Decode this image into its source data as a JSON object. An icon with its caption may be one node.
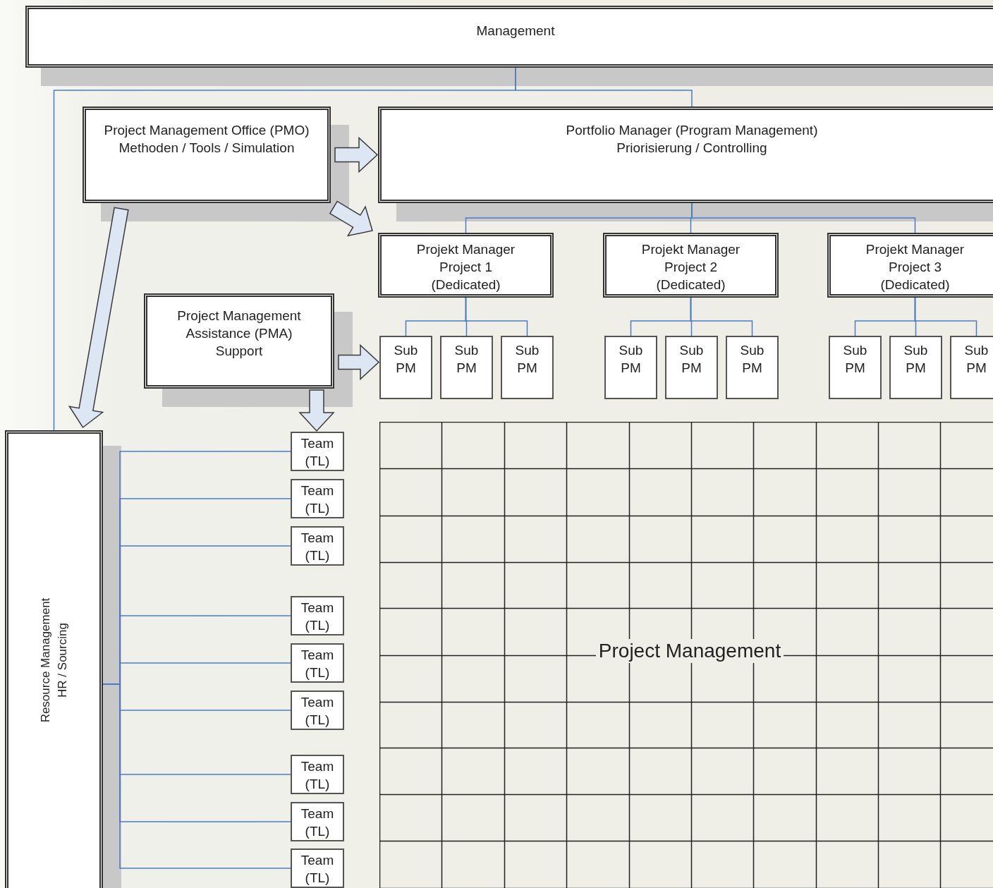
{
  "diagram": {
    "nodes": [
      {
        "text": [
          "Management"
        ]
      },
      {
        "text": [
          "Project Management Office (PMO)",
          "Methoden / Tools / Simulation"
        ]
      },
      {
        "text": [
          "Portfolio Manager (Program Management)",
          "Priorisierung / Controlling"
        ]
      },
      {
        "text": [
          "Projekt Manager",
          "Project 1",
          "(Dedicated)"
        ]
      },
      {
        "text": [
          "Projekt Manager",
          "Project 2",
          "(Dedicated)"
        ]
      },
      {
        "text": [
          "Projekt Manager",
          "Project 3",
          "(Dedicated)"
        ]
      },
      {
        "text": [
          "Project Management Assistance (PMA)",
          "Support"
        ]
      },
      {
        "text": [
          "Sub PM"
        ]
      },
      {
        "text": [
          "Sub PM"
        ]
      },
      {
        "text": [
          "Sub PM"
        ]
      },
      {
        "text": [
          "Sub PM"
        ]
      },
      {
        "text": [
          "Sub PM"
        ]
      },
      {
        "text": [
          "Sub PM"
        ]
      },
      {
        "text": [
          "Sub PM"
        ]
      },
      {
        "text": [
          "Sub PM"
        ]
      },
      {
        "text": [
          "Sub PM"
        ]
      },
      {
        "text": [
          "Resource Management",
          "HR / Sourcing"
        ]
      },
      {
        "text": [
          "Team (TL)"
        ]
      },
      {
        "text": [
          "Team (TL)"
        ]
      },
      {
        "text": [
          "Team (TL)"
        ]
      },
      {
        "text": [
          "Team (TL)"
        ]
      },
      {
        "text": [
          "Team (TL)"
        ]
      },
      {
        "text": [
          "Team (TL)"
        ]
      },
      {
        "text": [
          "Team (TL)"
        ]
      },
      {
        "text": [
          "Team (TL)"
        ]
      },
      {
        "text": [
          "Team (TL)"
        ]
      },
      {
        "text": [
          "Project Management"
        ]
      }
    ],
    "edges": [
      {
        "from": 0,
        "to": 2,
        "arrow": "none"
      },
      {
        "from": 0,
        "to": 16,
        "arrow": "none"
      },
      {
        "from": 2,
        "to": 3,
        "arrow": "none"
      },
      {
        "from": 2,
        "to": 4,
        "arrow": "none"
      },
      {
        "from": 2,
        "to": 5,
        "arrow": "none"
      },
      {
        "from": 3,
        "to": 7,
        "arrow": "none"
      },
      {
        "from": 3,
        "to": 8,
        "arrow": "none"
      },
      {
        "from": 3,
        "to": 9,
        "arrow": "none"
      },
      {
        "from": 4,
        "to": 10,
        "arrow": "none"
      },
      {
        "from": 4,
        "to": 11,
        "arrow": "none"
      },
      {
        "from": 4,
        "to": 12,
        "arrow": "none"
      },
      {
        "from": 5,
        "to": 13,
        "arrow": "none"
      },
      {
        "from": 5,
        "to": 14,
        "arrow": "none"
      },
      {
        "from": 5,
        "to": 15,
        "arrow": "none"
      },
      {
        "from": 1,
        "to": 2,
        "arrow": "to",
        "style": "thick"
      },
      {
        "from": 1,
        "to": 3,
        "arrow": "to",
        "style": "thick"
      },
      {
        "from": 1,
        "to": 16,
        "arrow": "to",
        "style": "thick"
      },
      {
        "from": 6,
        "to": 7,
        "arrow": "to",
        "style": "thick"
      },
      {
        "from": 6,
        "to": 17,
        "arrow": "to",
        "style": "thick"
      },
      {
        "from": 16,
        "to": 17,
        "arrow": "none"
      },
      {
        "from": 16,
        "to": 18,
        "arrow": "none"
      },
      {
        "from": 16,
        "to": 19,
        "arrow": "none"
      },
      {
        "from": 16,
        "to": 20,
        "arrow": "none"
      },
      {
        "from": 16,
        "to": 21,
        "arrow": "none"
      },
      {
        "from": 16,
        "to": 22,
        "arrow": "none"
      },
      {
        "from": 16,
        "to": 23,
        "arrow": "none"
      },
      {
        "from": 16,
        "to": 24,
        "arrow": "none"
      },
      {
        "from": 16,
        "to": 25,
        "arrow": "none"
      }
    ]
  }
}
